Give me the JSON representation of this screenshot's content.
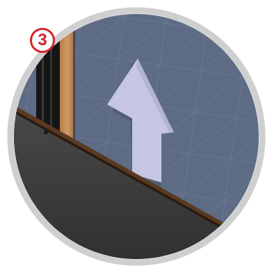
{
  "step": {
    "number": "3"
  },
  "illustration": {
    "subject": "install-panel-upward-arrow",
    "arrow_direction": "up"
  },
  "colors": {
    "wall": "#5d6b84",
    "grid_lines": "#7a88a0",
    "arrow_fill": "#c6c6e3",
    "arrow_shadow": "#4c5a72",
    "panel_face": "#444444",
    "panel_edge": "#5a3a22",
    "wood_trim": "#c28a57",
    "black_channel": "#151515",
    "ring": "#cfcfcf",
    "badge_accent": "#d2232a"
  }
}
